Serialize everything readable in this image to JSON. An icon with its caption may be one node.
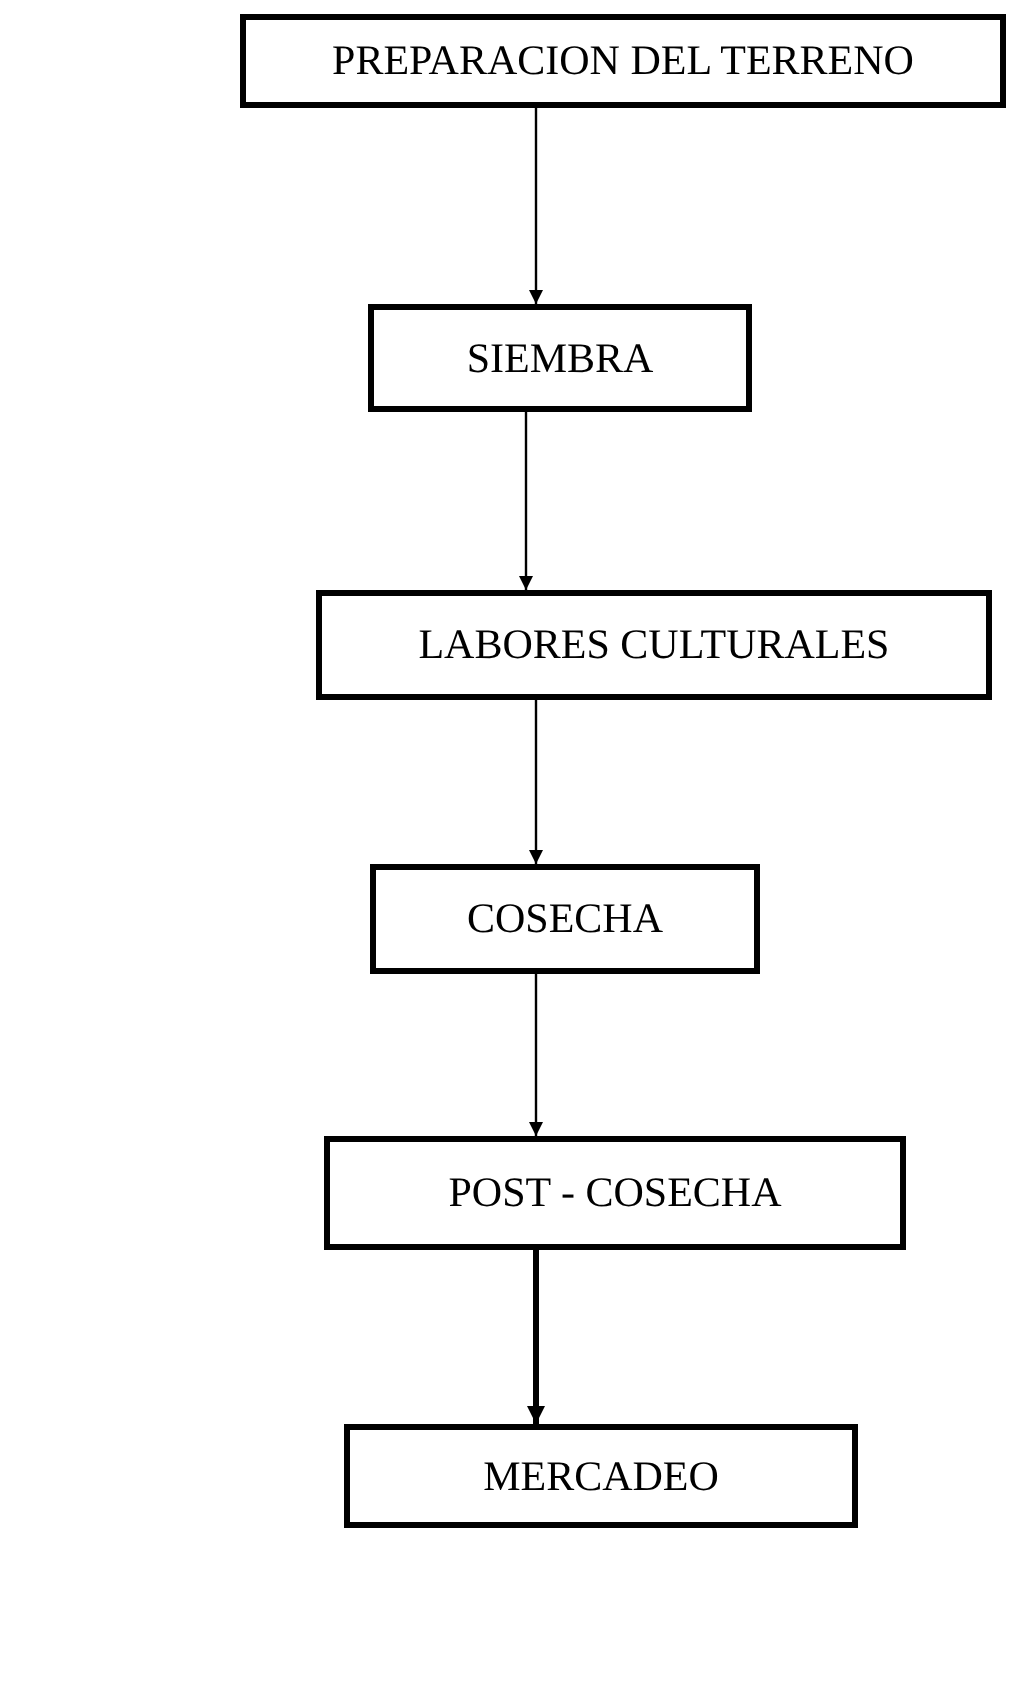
{
  "diagram": {
    "nodes": [
      {
        "text": [
          "PREPARACION DEL TERRENO"
        ]
      },
      {
        "text": [
          "SIEMBRA"
        ]
      },
      {
        "text": [
          "LABORES CULTURALES"
        ]
      },
      {
        "text": [
          "COSECHA"
        ]
      },
      {
        "text": [
          "POST - COSECHA"
        ]
      },
      {
        "text": [
          "MERCADEO"
        ]
      }
    ],
    "edges": [
      {
        "from": 0,
        "to": 1,
        "arrow": "to"
      },
      {
        "from": 1,
        "to": 2,
        "arrow": "to"
      },
      {
        "from": 2,
        "to": 3,
        "arrow": "to"
      },
      {
        "from": 3,
        "to": 4,
        "arrow": "to"
      },
      {
        "from": 4,
        "to": 5,
        "arrow": "to",
        "style": "thick"
      }
    ]
  }
}
